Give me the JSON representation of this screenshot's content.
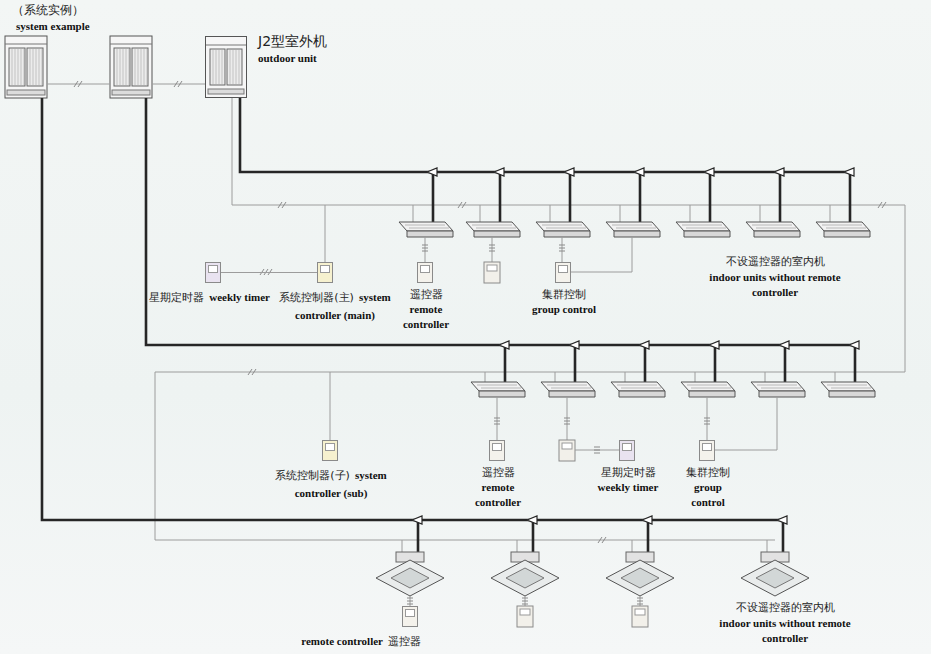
{
  "diagram": {
    "title": "（系统实例）",
    "nodes": [
      {
        "text": [
          "J2型室外机",
          "outdoor unit"
        ]
      },
      {
        "text": [
          "星期定时器",
          "weekly timer"
        ]
      },
      {
        "text": [
          "系统控制器(主)",
          "system controller (main)"
        ]
      },
      {
        "text": [
          "遥控器",
          "remote controller"
        ]
      },
      {
        "text": [
          "集群控制",
          "group control"
        ]
      },
      {
        "text": [
          "系统控制器(子)",
          "system controller (sub)"
        ]
      },
      {
        "text": [
          "遥控器",
          "remote controller"
        ]
      },
      {
        "text": [
          "星期定时器",
          "weekly timer"
        ]
      },
      {
        "text": [
          "集群控制",
          "group control"
        ]
      },
      {
        "text": [
          "remote controller",
          "遥控器"
        ]
      }
    ],
    "edges": [
      {
        "from": 1,
        "to": 2,
        "arrow": "none"
      }
    ],
    "labels": [
      "system example",
      "不设遥控器的室内机",
      "indoor units without remote controller",
      "不设遥控器的室内机",
      "indoor units without remote controller"
    ]
  }
}
